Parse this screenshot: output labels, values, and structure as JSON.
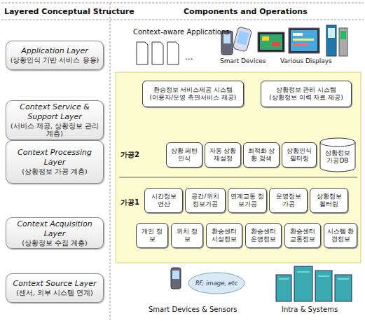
{
  "diagram": {
    "nodes": [
      {
        "text": [
          "Application Layer",
          "(상황인식 기반 서비스 응용)"
        ]
      },
      {
        "text": [
          "Context Service & Support Layer",
          "(서비스 제공, 상황정보 관리 계층)"
        ]
      },
      {
        "text": [
          "Context Processing Layer",
          "(상황정보 가공 계층)"
        ]
      },
      {
        "text": [
          "Context Acquisition Layer",
          "(상황정보 수집 계층)"
        ]
      },
      {
        "text": [
          "Context Source Layer",
          "(센서, 외부 시스템 연계)"
        ]
      },
      {
        "text": [
          "환승정보 서비스제공 시스템",
          "(이용자/운영 측면서비스 제공)"
        ]
      },
      {
        "text": [
          "상황정보 관리 시스템",
          "(상황정보 이력 자료 제공)"
        ]
      },
      {
        "text": [
          "상황 패턴인식"
        ]
      },
      {
        "text": [
          "자동 상황 재설정"
        ]
      },
      {
        "text": [
          "최적화 상황 검색"
        ]
      },
      {
        "text": [
          "상황인식 필터링"
        ]
      },
      {
        "text": [
          "상황정보 가공DB"
        ]
      },
      {
        "text": [
          "시간정보 연산"
        ]
      },
      {
        "text": [
          "공간/위치 정보가공"
        ]
      },
      {
        "text": [
          "연계교통 정보가공"
        ]
      },
      {
        "text": [
          "운영정보 가공"
        ]
      },
      {
        "text": [
          "상황정보 필터링"
        ]
      },
      {
        "text": [
          "개인 정보"
        ]
      },
      {
        "text": [
          "위치 정보"
        ]
      },
      {
        "text": [
          "환승센터 시설정보"
        ]
      },
      {
        "text": [
          "환승센터 운영정보"
        ]
      },
      {
        "text": [
          "환승센터 교통정보"
        ]
      },
      {
        "text": [
          "시스템 환경정보"
        ]
      },
      {
        "text": [
          "RF, image, etc"
        ]
      }
    ],
    "labels": [
      "Layered Conceptual Structure",
      "Components and Operations",
      "Context-aware Applications",
      "...",
      "Smart Devices",
      "Various Displays",
      "가공2",
      "가공1",
      "Smart Devices & Sensors",
      "Intra & Systems"
    ]
  }
}
